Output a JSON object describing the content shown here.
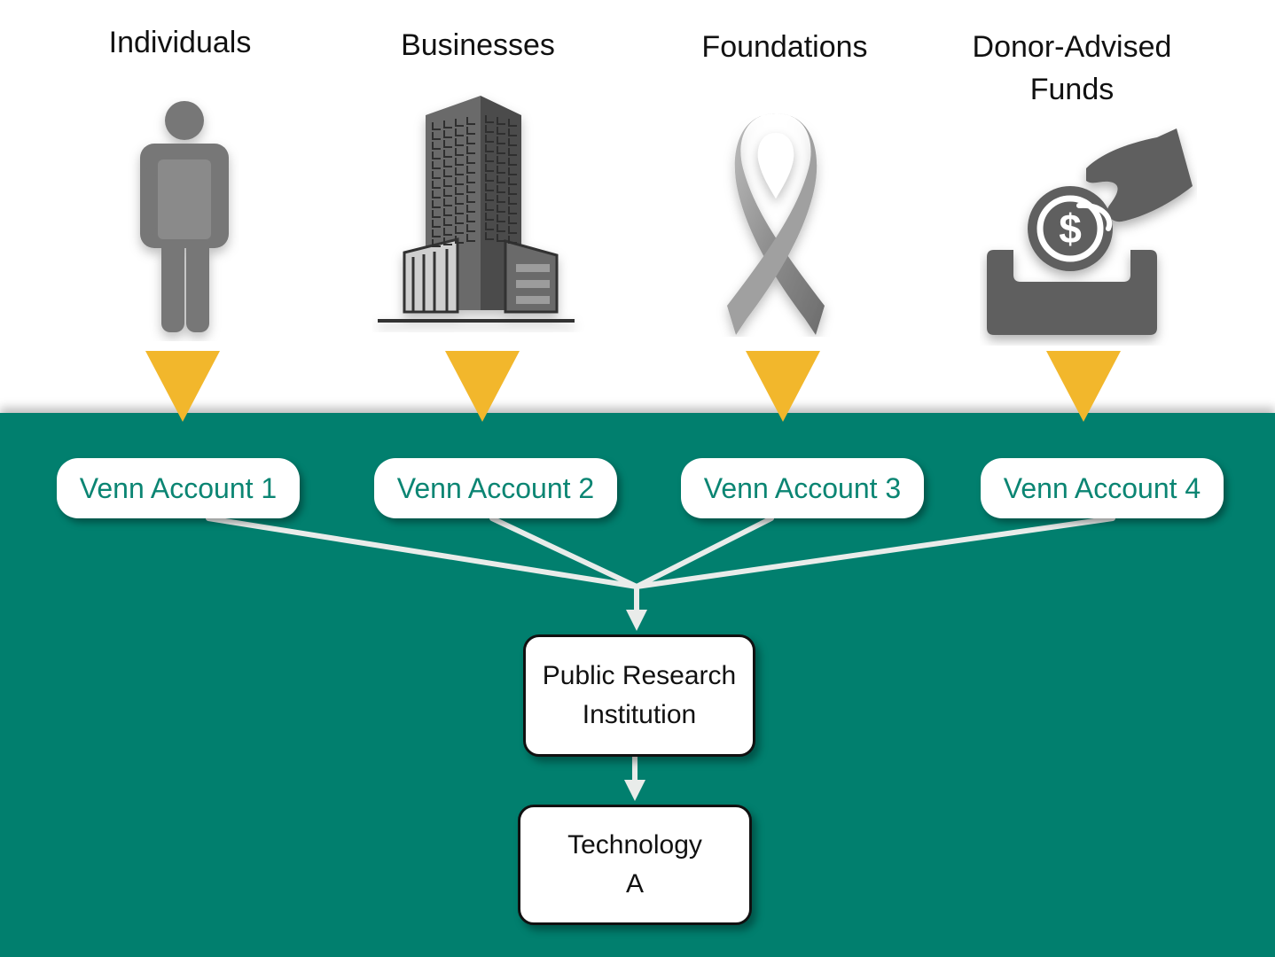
{
  "sources": [
    {
      "title_lines": [
        "Individuals"
      ],
      "icon": "person-icon"
    },
    {
      "title_lines": [
        "Businesses"
      ],
      "icon": "office-building-icon"
    },
    {
      "title_lines": [
        "Foundations"
      ],
      "icon": "awareness-ribbon-icon"
    },
    {
      "title_lines": [
        "Donor-Advised",
        "Funds"
      ],
      "icon": "donation-box-icon"
    }
  ],
  "accounts": [
    "Venn Account 1",
    "Venn Account 2",
    "Venn Account 3",
    "Venn Account 4"
  ],
  "institution": {
    "lines": [
      "Public Research",
      "Institution"
    ]
  },
  "technology": {
    "lines": [
      "Technology",
      "A"
    ]
  },
  "colors": {
    "band": "#017f6e",
    "funnel": "#f2b72c",
    "account_text": "#0b8573",
    "icon_gray": "#6e6e6e",
    "connector": "#e9ecea"
  }
}
